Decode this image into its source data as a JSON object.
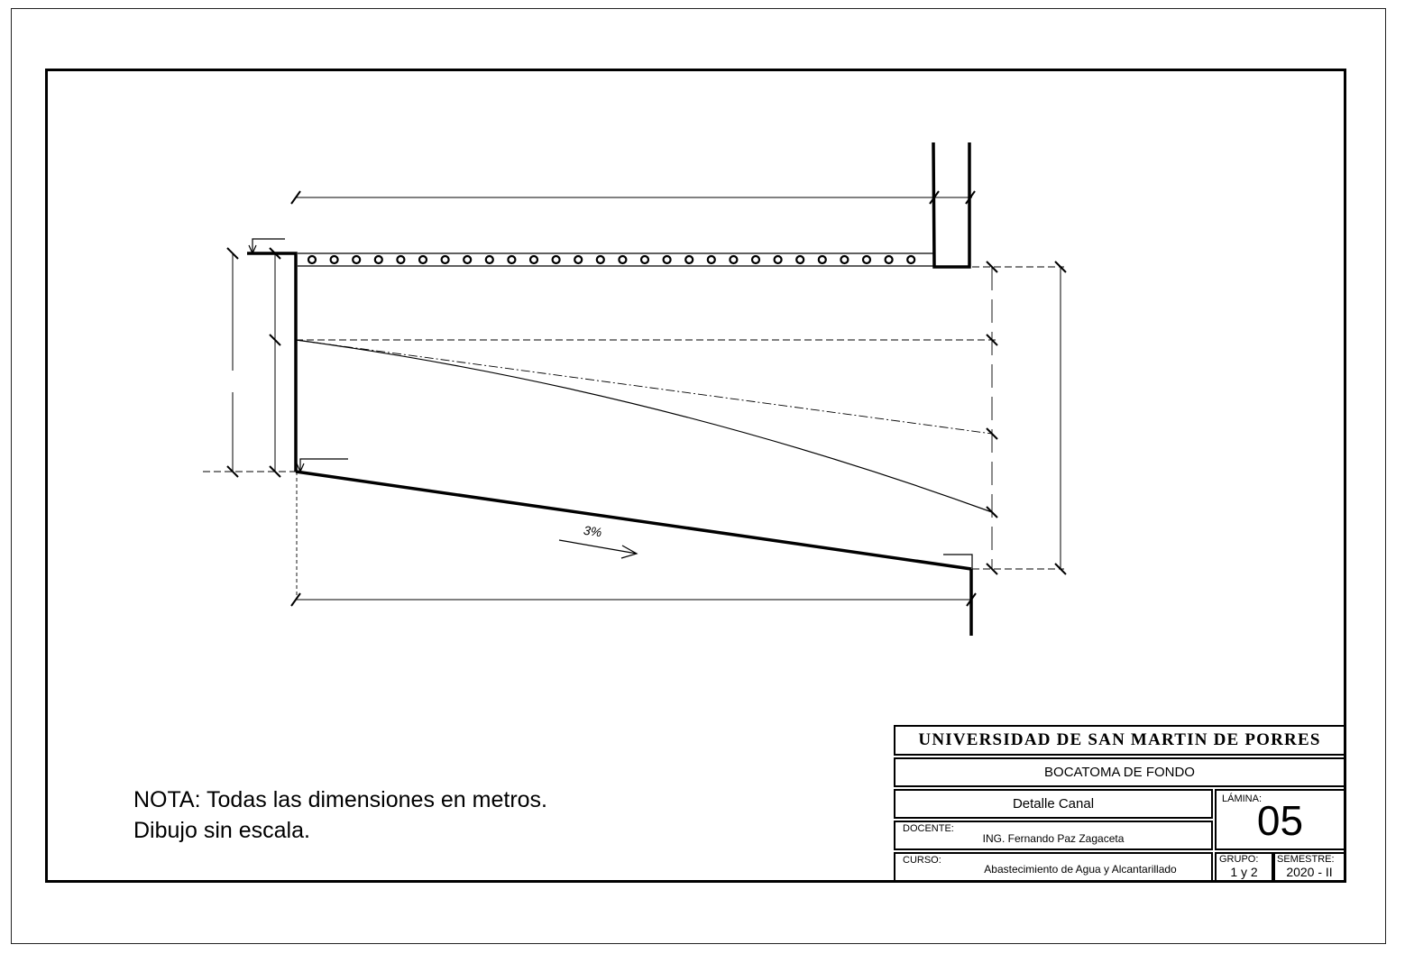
{
  "drawing": {
    "slope_label": "3%"
  },
  "note": {
    "line1": "NOTA: Todas las dimensiones en metros.",
    "line2": "Dibujo sin escala."
  },
  "title_block": {
    "university": "UNIVERSIDAD DE SAN MARTIN DE PORRES",
    "project": "BOCATOMA DE FONDO",
    "sheet_title": "Detalle Canal",
    "docente_label": "DOCENTE:",
    "docente_value": "ING. Fernando Paz Zagaceta",
    "curso_label": "CURSO:",
    "curso_value": "Abastecimiento de Agua y Alcantarillado",
    "lamina_label": "LÁMINA:",
    "lamina_value": "05",
    "grupo_label": "GRUPO:",
    "grupo_value": "1 y 2",
    "semestre_label": "SEMESTRE:",
    "semestre_value": "2020 - II"
  }
}
